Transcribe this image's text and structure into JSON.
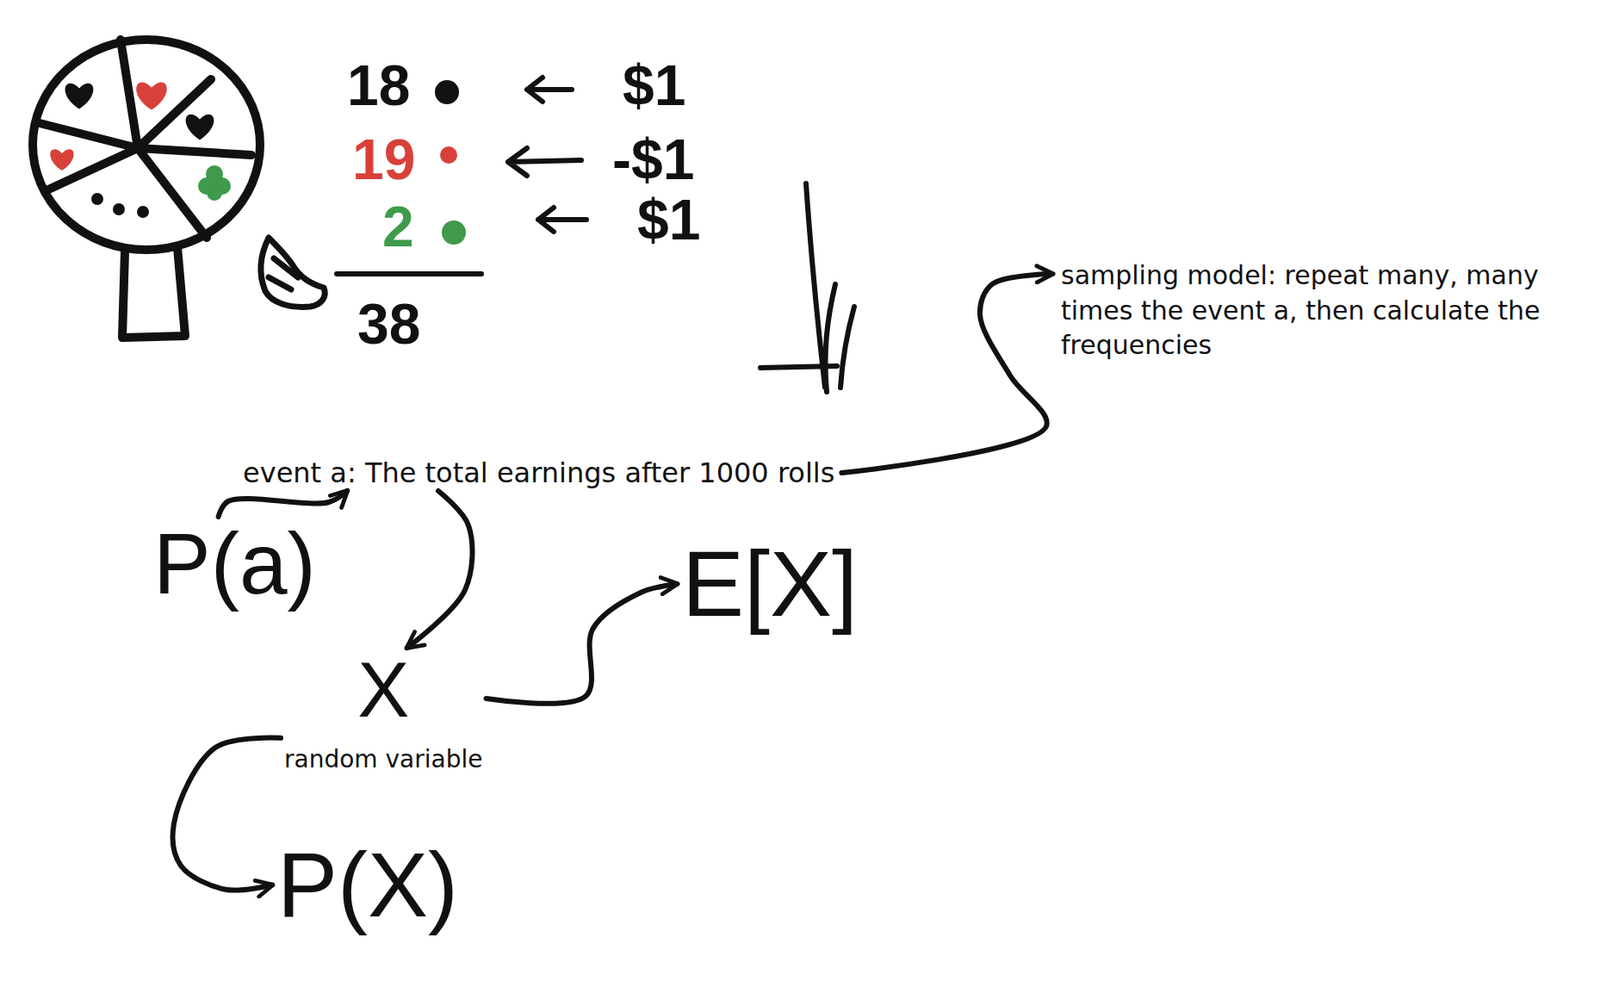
{
  "diagram": {
    "nodes": [
      {
        "text": [
          "P(a)"
        ]
      },
      {
        "text": [
          "event a: The total earnings after 1000 rolls"
        ]
      },
      {
        "text": [
          "X",
          "random variable"
        ]
      },
      {
        "text": [
          "E[X]"
        ]
      },
      {
        "text": [
          "P(X)"
        ]
      },
      {
        "text": [
          "sampling model: repeat many, many times the event a, then calculate the frequencies"
        ]
      }
    ],
    "edges": [
      {
        "from": 0,
        "to": 1,
        "arrow": "to"
      },
      {
        "from": 1,
        "to": 2,
        "arrow": "to"
      },
      {
        "from": 2,
        "to": 3,
        "arrow": "to"
      },
      {
        "from": 2,
        "to": 4,
        "arrow": "to"
      },
      {
        "from": 1,
        "to": 5,
        "arrow": "to"
      }
    ],
    "labels": [
      "18",
      "19",
      "2",
      "38",
      "$1",
      "-$1",
      "$1"
    ]
  }
}
